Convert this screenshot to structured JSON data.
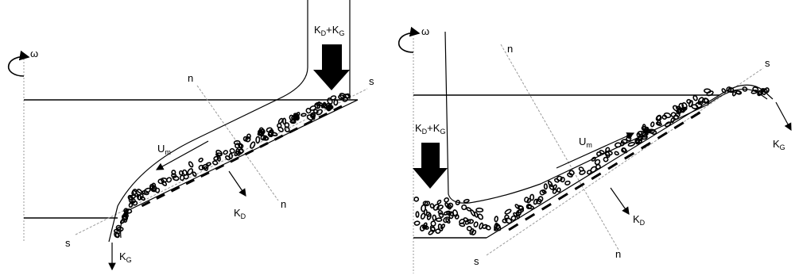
{
  "left": {
    "omega": "ω",
    "feed": {
      "k": "K",
      "d": "D",
      "plus": "+K",
      "g": "G"
    },
    "n_top": "n",
    "n_bottom": "n",
    "s_top": "s",
    "s_bottom": "s",
    "um": {
      "u": "U",
      "m": "m"
    },
    "kd": {
      "k": "K",
      "d": "D"
    },
    "kg": {
      "k": "K",
      "g": "G"
    }
  },
  "right": {
    "omega": "ω",
    "feed": {
      "k": "K",
      "d": "D",
      "plus": "+K",
      "g": "G"
    },
    "n_top": "n",
    "n_bottom": "n",
    "s_top": "s",
    "s_bottom": "s",
    "um": {
      "u": "U",
      "m": "m"
    },
    "kd": {
      "k": "K",
      "d": "D"
    },
    "kg": {
      "k": "K",
      "g": "G"
    }
  },
  "colors": {
    "ink": "#000000",
    "axis": "#9a9a9a"
  }
}
